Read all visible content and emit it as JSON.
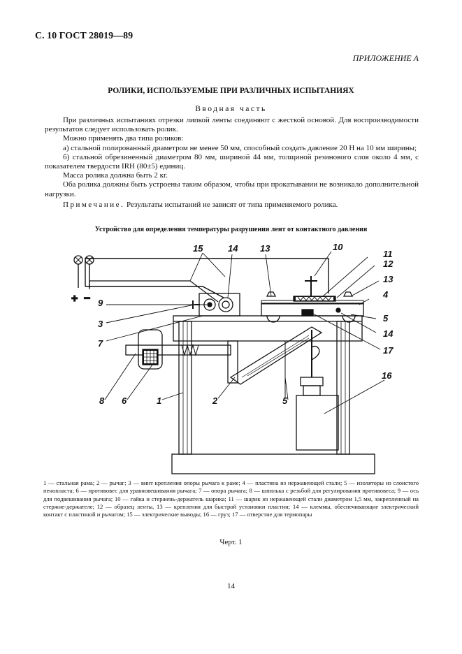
{
  "header": {
    "code": "С. 10 ГОСТ 28019—89",
    "appendix": "ПРИЛОЖЕНИЕ А"
  },
  "section_title": "РОЛИКИ, ИСПОЛЬЗУЕМЫЕ ПРИ РАЗЛИЧНЫХ ИСПЫТАНИЯХ",
  "subsection_title": "Вводная часть",
  "paragraphs": [
    "При различных испытаниях отрезки липкой ленты соединяют с жесткой основой. Для воспроизводимости результатов следует использовать ролик.",
    "Можно применять два типа роликов:",
    "а) стальной полированный диаметром не менее 50 мм, способный создать давление 20 Н на 10 мм ширины;",
    "б) стальной обрезиненный диаметром 80 мм, шириной 44 мм, толщиной резинового слоя около 4 мм, с показателем твердости IRH (80±5) единиц.",
    "Масса ролика должна быть 2 кг.",
    "Оба ролика должны быть устроены таким образом, чтобы при прокатывании не возникало дополнительной нагрузки."
  ],
  "note": {
    "label": "Примечание.",
    "text": "Результаты испытаний не зависят от типа применяемого ролика."
  },
  "figure": {
    "title": "Устройство для определения температуры разрушения лент от контактного давления",
    "polarity_plus": "+",
    "polarity_minus": "−",
    "labels": {
      "l1": "1",
      "l2": "2",
      "l3": "3",
      "l4": "4",
      "l5a": "5",
      "l5b": "5",
      "l6": "6",
      "l7": "7",
      "l8": "8",
      "l9": "9",
      "l10": "10",
      "l11": "11",
      "l12": "12",
      "l13a": "13",
      "l13b": "13",
      "l14a": "14",
      "l14b": "14",
      "l15": "15",
      "l16": "16",
      "l17": "17"
    },
    "caption": "1 — стальная рама; 2 — рычаг; 3 — винт крепления опоры рычага к раме; 4 — пластина из нержавеющей стали; 5 — изоляторы из слоистого пенопласта; 6 — противовес для уравновешивания рычага; 7 — опора рычага; 8 — шпилька с резьбой для регулирования противовеса; 9 — ось для подвешивания рычага; 10 — гайка и стержень-держатель шарика; 11 — шарик из нержавеющей стали диаметром 1,5 мм, закрепленный на стержне-держателе; 12 — образец ленты, 13 — крепления для быстрой установки пластин; 14 — клеммы, обеспечивающие электрический контакт с пластиной и рычагом; 15 — электрические выводы; 16 — груз; 17 — отверстие для термопары",
    "number": "Черт. 1"
  },
  "page_number": "14"
}
